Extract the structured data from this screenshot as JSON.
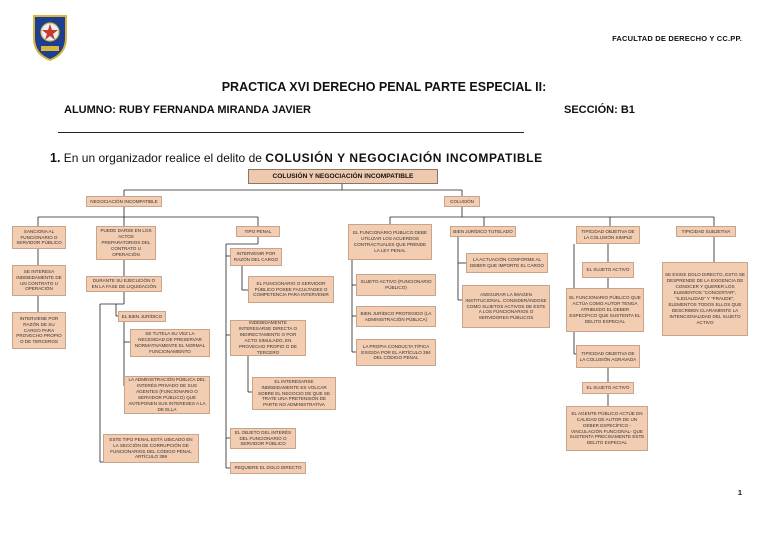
{
  "header": {
    "faculty": "FACULTAD DE DERECHO Y CC.PP."
  },
  "title": "PRACTICA XVI DERECHO PENAL PARTE ESPECIAL II:",
  "student": "ALUMNO: RUBY FERNANDA MIRANDA JAVIER",
  "section": "SECCIÓN: B1",
  "question": {
    "number": "1.",
    "text": "En un organizador realice el delito de ",
    "topic": "COLUSIÓN Y NEGOCIACIÓN INCOMPATIBLE"
  },
  "diagram": {
    "root": "COLUSIÓN Y NEGOCIACIÓN INCOMPATIBLE",
    "negociacion": {
      "label": "NEGOCIACIÓN INCOMPATIBLE",
      "col1": [
        "SANCIONA AL FUNCIONARIO O SERVIDOR PÚBLICO",
        "SE INTERESA INDEBIDAMENTE DE UN CONTRATO U OPERACIÓN",
        "INTERVIENE POR RAZÓN DE SU CARGO PARA PROVECHO PROPIO O DE TERCEROS"
      ],
      "col2": [
        "PUEDE DARSE EN LOS ACTOS PREPARATORIOS DEL CONTRATO U OPERACIÓN",
        "DURANTE SU EJECUCIÓN O EN LA FASE DE LIQUIDACIÓN",
        "EL BIEN JURÍDICO",
        "SE TUTELA SU VEZ LA NECESIDAD DE PRESERVAR NORMATIVAMENTE EL NORMAL FUNCIONAMIENTO",
        "LA ADMINISTRACIÓN PÚBLICA DEL INTERÉS PRIVADO DE SUS AGENTES (FUNCIONARIO O SERVIDOR PÚBLICO) QUE ANTEPONEN SUS INTERESES A LA DE ELLA",
        "ESTE TIPO PENAL ESTÁ UBICADO EN LA SECCIÓN DE CORRUPCIÓN DE FUNCIONARIOS DEL CÓDIGO PENAL ARTÍCULO 399"
      ],
      "tipo_penal": "TIPO PENAL",
      "col3": [
        "INTERVENIR POR RAZÓN DEL CARGO",
        "EL FUNCIONARIO O SERVIDOR PÚBLICO POSEE FACULTADES O COMPETENCIA PARA INTERVENIR",
        "INDEBIDAMENTE INTERESARSE DIRECTA O INDIRECTAMENTE O POR ACTO SIMULADO, EN PROVECHO PROPIO O DE TERCERO",
        "EL INTERESARSE INDEBIDAMENTE ES VOLCAR SOBRE EL NEGOCIO DE QUE SE TRATE UNA PRETENSIÓN DE PARTE NO ADMINISTRATIVA",
        "EL OBJETO DEL INTERÉS DEL FUNCIONARIO O SERVIDOR PÚBLICO",
        "REQUIERE EL DOLO DIRECTO"
      ]
    },
    "colusion": {
      "label": "COLUSIÓN",
      "col1": [
        "EL FUNCIONARIO PÚBLICO DEBE UTILIZAR LOS ACUERDOS CONTRACTUALES QUE PRENDE LA LEY PENAL",
        "SUJETO ACTIVO (FUNCIONARIO PÚBLICO)",
        "BIEN JURÍDICO PROTEGIDO (LA ADMINISTRACIÓN PÚBLICA)",
        "LA PROPIA CONDUCTA TÍPICA EXIGIDA POR EL ARTÍCULO 384 DEL CÓDIGO PENAL"
      ],
      "col2": [
        "BIEN JURÍDICO TUTELADO",
        "LA ACTUACIÓN CONFORME AL DEBER QUE IMPORTE EL CARGO",
        "ASEGURAR LA IMAGEN INSTITUCIONAL, CONSIDERÁNDOSE COMO SUJETOS ACTIVOS DE ESTE A LOS FUNCIONARIOS O SERVIDORES PÚBLICOS"
      ],
      "col3": [
        "TIPICIDAD OBJETIVA DE LA COLUSIÓN SIMPLE",
        "EL SUJETO ACTIVO",
        "EL FUNCIONARIO PÚBLICO QUE ACTÚA COMO AUTOR TENGA ATRIBUIDO EL DEBER ESPECÍFICO QUE SUSTENTA EL DELITO ESPECIAL",
        "TIPICIDAD OBJETIVA DE LA COLUSIÓN AGRAVADA",
        "EL SUJETO ACTIVO",
        "EL AGENTE PÚBLICO ACTÚE EN CALIDAD DE AUTOR DE UN DEBER ESPECÍFICO -VINCULACIÓN FUNCIONAL- QUE SUSTENTA PRECISAMENTE ESTE DELITO ESPECIAL"
      ],
      "col4": [
        "TIPICIDAD SUBJETIVA",
        "SE EXIGE DOLO DIRECTO, ESTO SE DESPRENDE DE LA EXIGENCIA DE CONOCER Y QUERER LOS ELEMENTOS \"CONCERTAR\", \"ILEGALIDAD\" Y \"FRAUDE\", ELEMENTOS TODOS ELLOS QUE DESCRIBEN CLARAMENTE LA INTENCIONALIDAD DEL SUJETO ACTIVO"
      ]
    }
  },
  "page_number": "1",
  "colors": {
    "box_fill": "#f2cdb2",
    "box_border": "#c7a48a",
    "root_fill": "#efc9ae",
    "line": "#222222"
  }
}
